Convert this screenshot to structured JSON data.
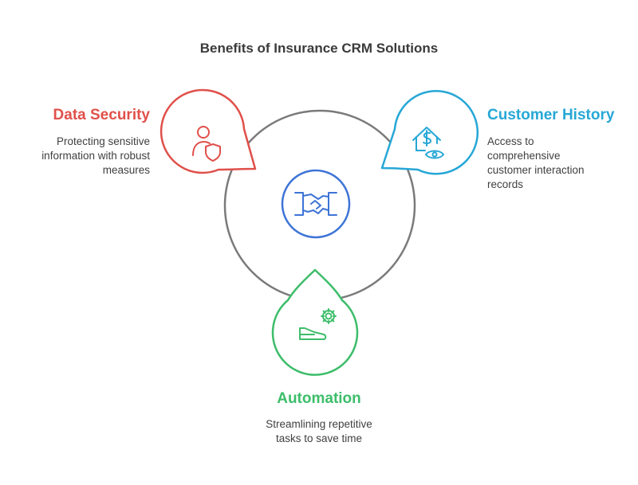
{
  "title": "Benefits of Insurance CRM Solutions",
  "colors": {
    "ring": "#7a7a7a",
    "data_security": "#e0504a",
    "customer_history": "#26a7d6",
    "automation": "#3dbd6a",
    "core": "#3d74d6"
  },
  "items": [
    {
      "id": "data_security",
      "heading": "Data Security",
      "description_lines": [
        "Protecting sensitive",
        "information with robust",
        "measures"
      ],
      "icon": "user-shield-icon"
    },
    {
      "id": "customer_history",
      "heading": "Customer History",
      "description_lines": [
        "Access to",
        "comprehensive",
        "customer interaction",
        "records"
      ],
      "icon": "house-dollar-eye-icon"
    },
    {
      "id": "automation",
      "heading": "Automation",
      "description_lines": [
        "Streamlining repetitive",
        "tasks to save time"
      ],
      "icon": "gear-hand-icon"
    }
  ],
  "core": {
    "icon": "handshake-icon"
  }
}
